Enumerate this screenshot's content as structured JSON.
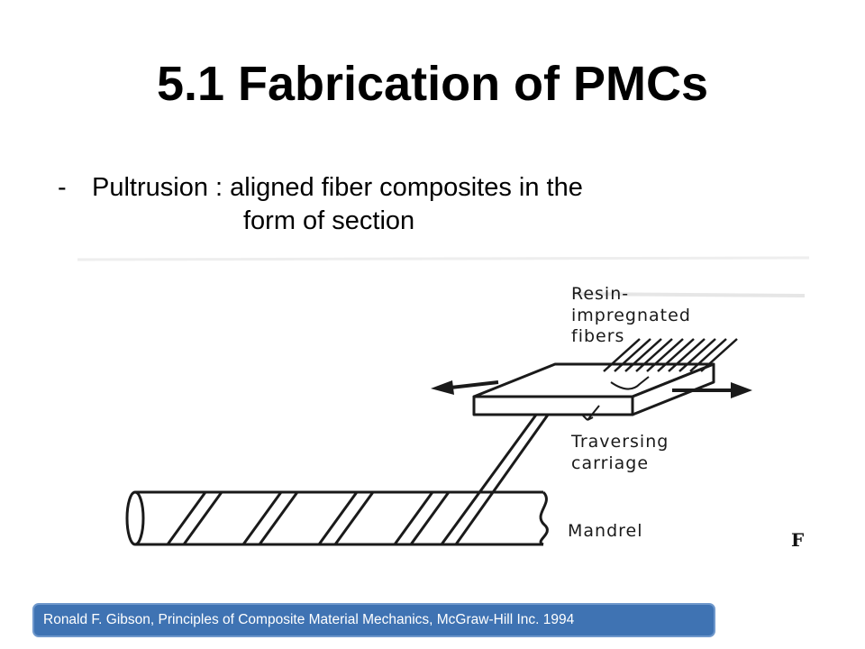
{
  "slide": {
    "title": "5.1 Fabrication of PMCs",
    "bullet": {
      "marker": "-",
      "line1": "Pultrusion : aligned  fiber composites in the",
      "line2": "form  of section"
    }
  },
  "figure": {
    "labels": {
      "resin_line1": "Resin-",
      "resin_line2": "impregnated",
      "resin_line3": "fibers",
      "traversing_line1": "Traversing",
      "traversing_line2": "carriage",
      "mandrel": "Mandrel",
      "stray_letter": "F"
    }
  },
  "citation": {
    "text": "Ronald F. Gibson, Principles of Composite Material Mechanics, McGraw-Hill Inc. 1994",
    "background": "#3f73b3"
  }
}
